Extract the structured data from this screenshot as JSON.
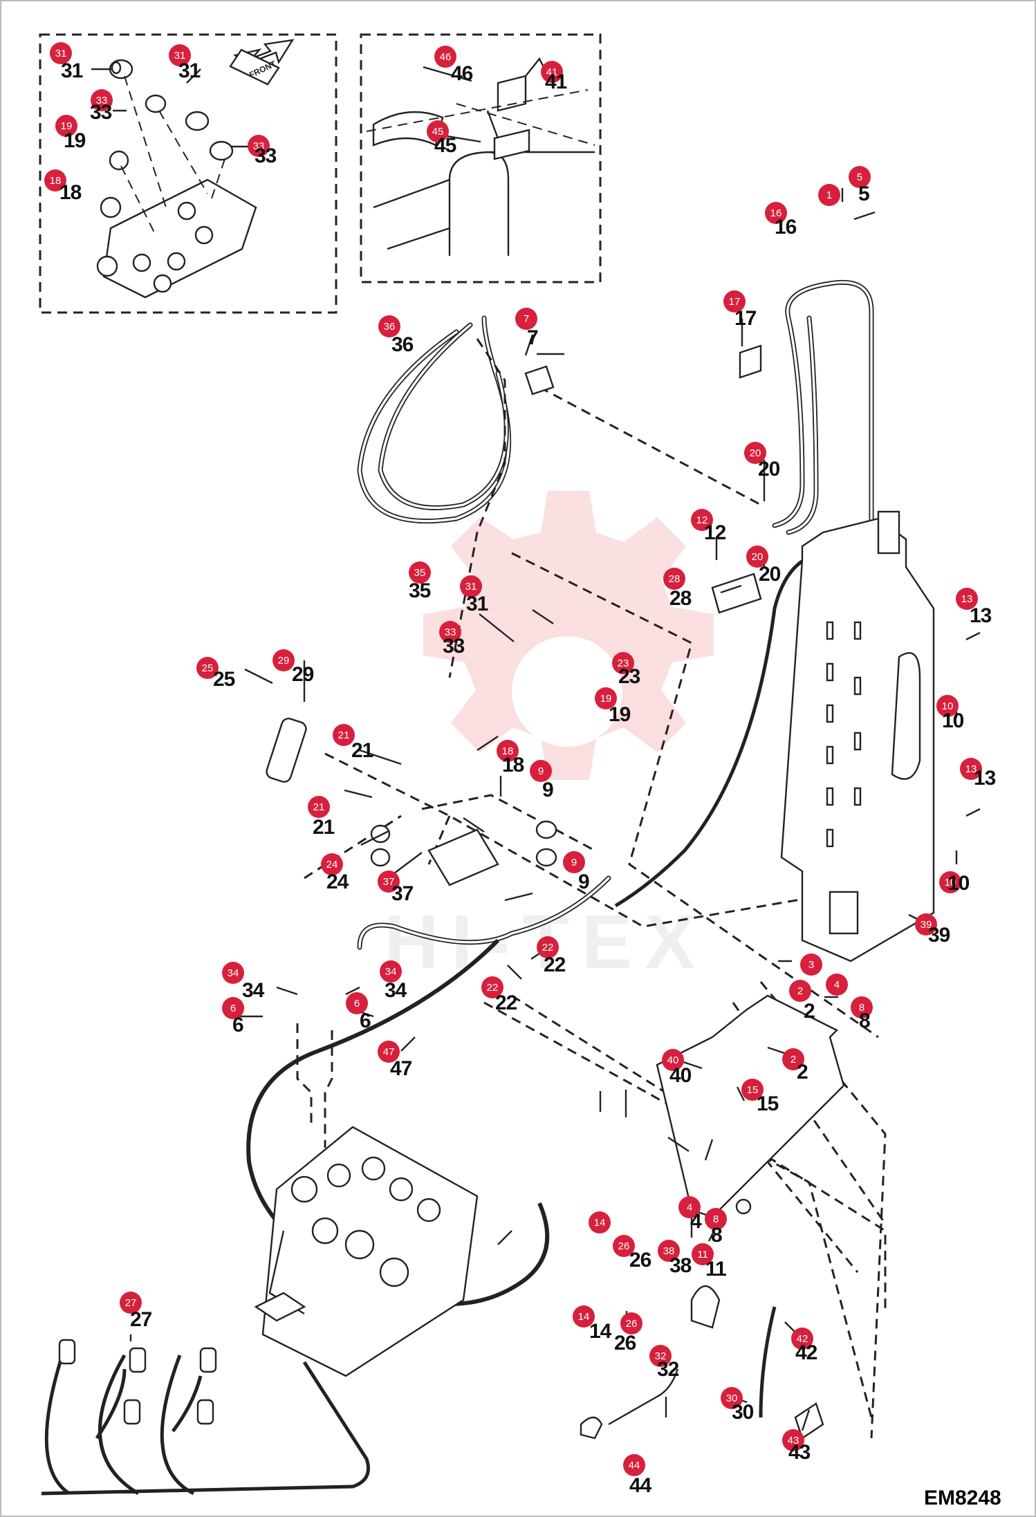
{
  "diagram": {
    "code": "EM8248",
    "watermark": "HI-TEX",
    "badge_color": "#d6203c",
    "inset_direction_label": "FRONT",
    "callouts": [
      "1",
      "2",
      "3",
      "4",
      "5",
      "6",
      "7",
      "8",
      "9",
      "10",
      "11",
      "12",
      "13",
      "14",
      "15",
      "16",
      "17",
      "18",
      "19",
      "20",
      "21",
      "22",
      "23",
      "24",
      "25",
      "26",
      "27",
      "28",
      "29",
      "30",
      "31",
      "32",
      "33",
      "34",
      "35",
      "36",
      "37",
      "38",
      "39",
      "40",
      "41",
      "42",
      "43",
      "44",
      "45",
      "46",
      "47"
    ]
  }
}
